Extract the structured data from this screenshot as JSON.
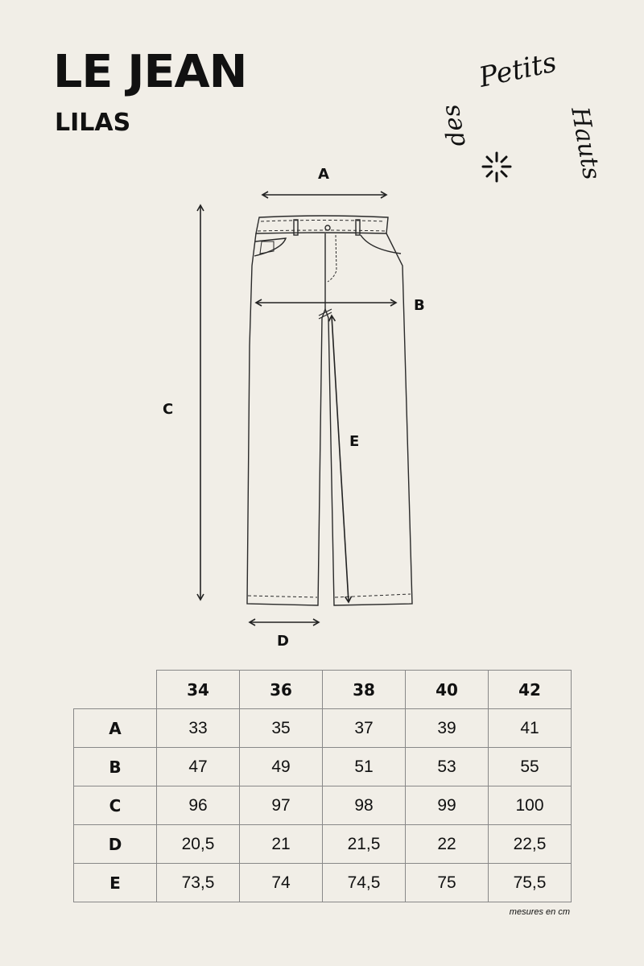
{
  "header": {
    "title": "LE JEAN",
    "subtitle": "LILAS"
  },
  "logo": {
    "words": [
      "Petits",
      "Hauts",
      "des"
    ],
    "icon": "asterisk-sparkle-icon"
  },
  "diagram": {
    "labels": {
      "A": "A",
      "B": "B",
      "C": "C",
      "D": "D",
      "E": "E"
    }
  },
  "size_table": {
    "sizes": [
      "34",
      "36",
      "38",
      "40",
      "42"
    ],
    "rows": [
      {
        "label": "A",
        "values": [
          "33",
          "35",
          "37",
          "39",
          "41"
        ]
      },
      {
        "label": "B",
        "values": [
          "47",
          "49",
          "51",
          "53",
          "55"
        ]
      },
      {
        "label": "C",
        "values": [
          "96",
          "97",
          "98",
          "99",
          "100"
        ]
      },
      {
        "label": "D",
        "values": [
          "20,5",
          "21",
          "21,5",
          "22",
          "22,5"
        ]
      },
      {
        "label": "E",
        "values": [
          "73,5",
          "74",
          "74,5",
          "75",
          "75,5"
        ]
      }
    ]
  },
  "footer": {
    "note": "mesures en cm"
  }
}
